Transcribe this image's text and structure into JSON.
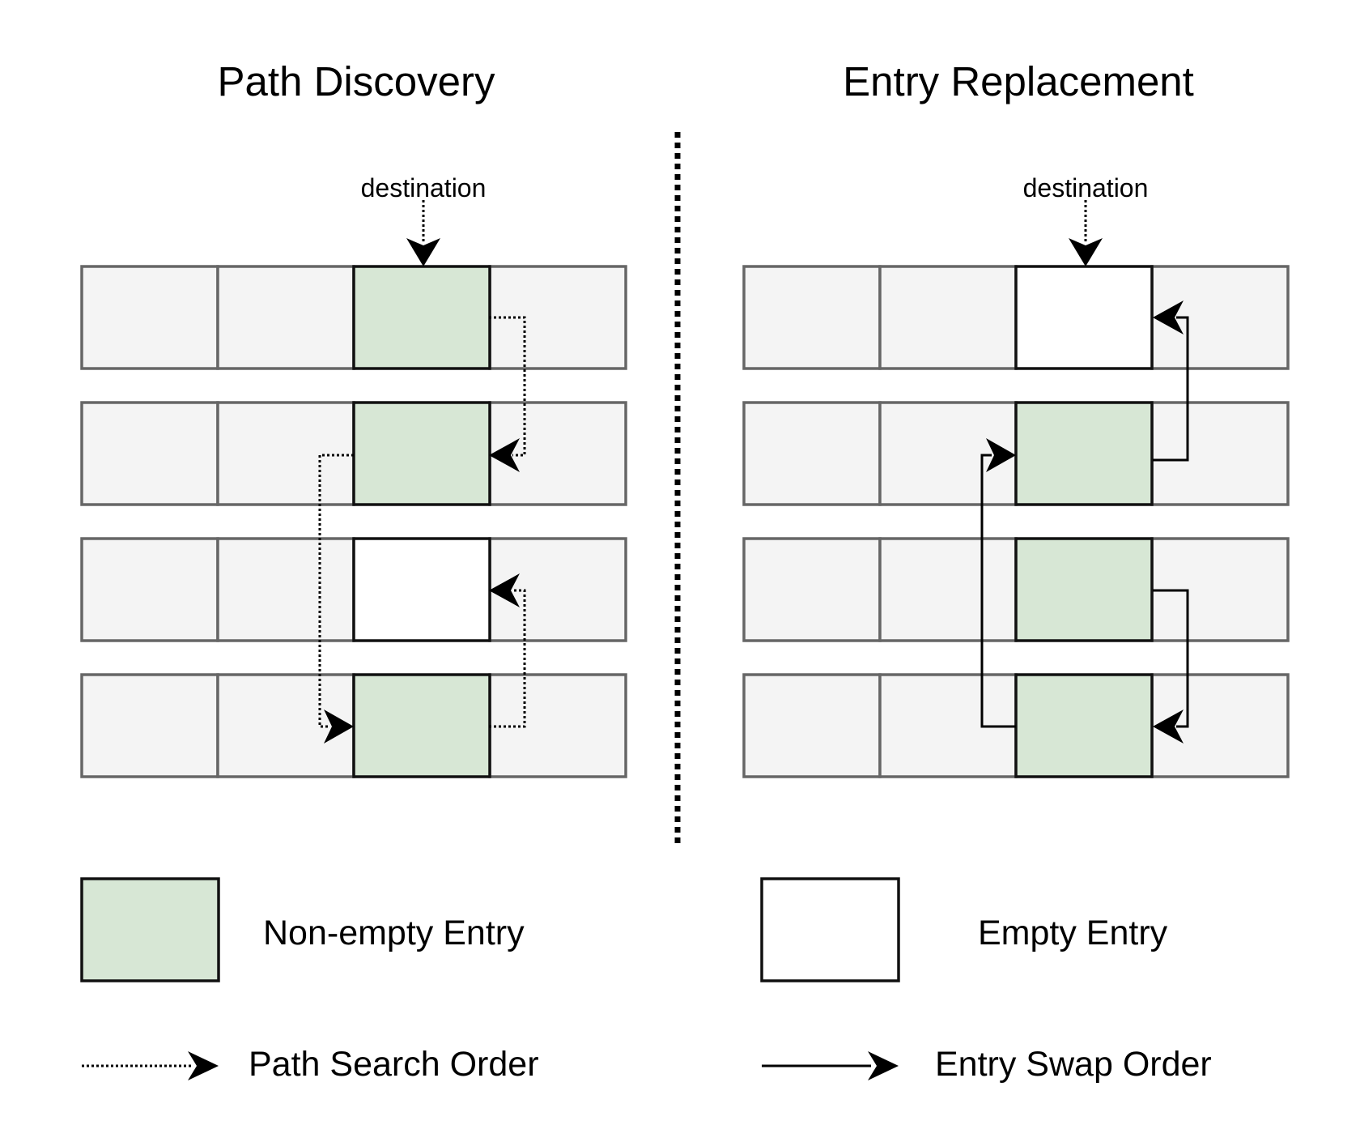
{
  "left_panel": {
    "title": "Path Discovery",
    "pointer_label": "destination",
    "highlight_states": [
      "non-empty",
      "non-empty",
      "empty",
      "non-empty"
    ]
  },
  "right_panel": {
    "title": "Entry Replacement",
    "pointer_label": "destination",
    "highlight_states": [
      "empty",
      "non-empty",
      "non-empty",
      "non-empty"
    ]
  },
  "legend": {
    "non_empty_label": "Non-empty Entry",
    "empty_label": "Empty Entry",
    "path_search_label": "Path Search Order",
    "entry_swap_label": "Entry Swap Order"
  },
  "colors": {
    "cell_fill": "#f4f4f4",
    "cell_border": "#666666",
    "non_empty_fill": "#d7e7d5",
    "empty_fill": "#ffffff",
    "line": "#000000"
  }
}
